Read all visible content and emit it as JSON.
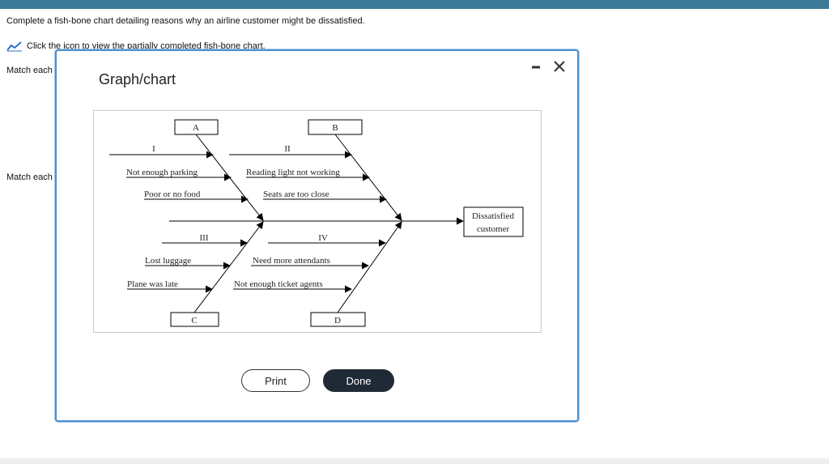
{
  "question": "Complete a fish-bone chart detailing reasons why an airline customer might be dissatisfied.",
  "chart_link_label": "Click the icon to view the partially completed fish-bone chart.",
  "match_labels": [
    "Match each",
    "Match each"
  ],
  "dialog": {
    "title": "Graph/chart",
    "minimize_icon": "minimize-icon",
    "close_icon": "close-icon",
    "print_label": "Print",
    "done_label": "Done"
  },
  "fishbone": {
    "effect": [
      "Dissatisfied",
      "customer"
    ],
    "box_labels": {
      "A": "A",
      "B": "B",
      "C": "C",
      "D": "D"
    },
    "numerals": {
      "I": "I",
      "II": "II",
      "III": "III",
      "IV": "IV"
    },
    "causes": {
      "A1": "Not enough parking",
      "A2": "Poor or no food",
      "B1": "Reading light not working",
      "B2": "Seats are too close",
      "C1": "Lost luggage",
      "C2": "Plane was late",
      "D1": "Need more attendants",
      "D2": "Not enough ticket agents"
    }
  }
}
